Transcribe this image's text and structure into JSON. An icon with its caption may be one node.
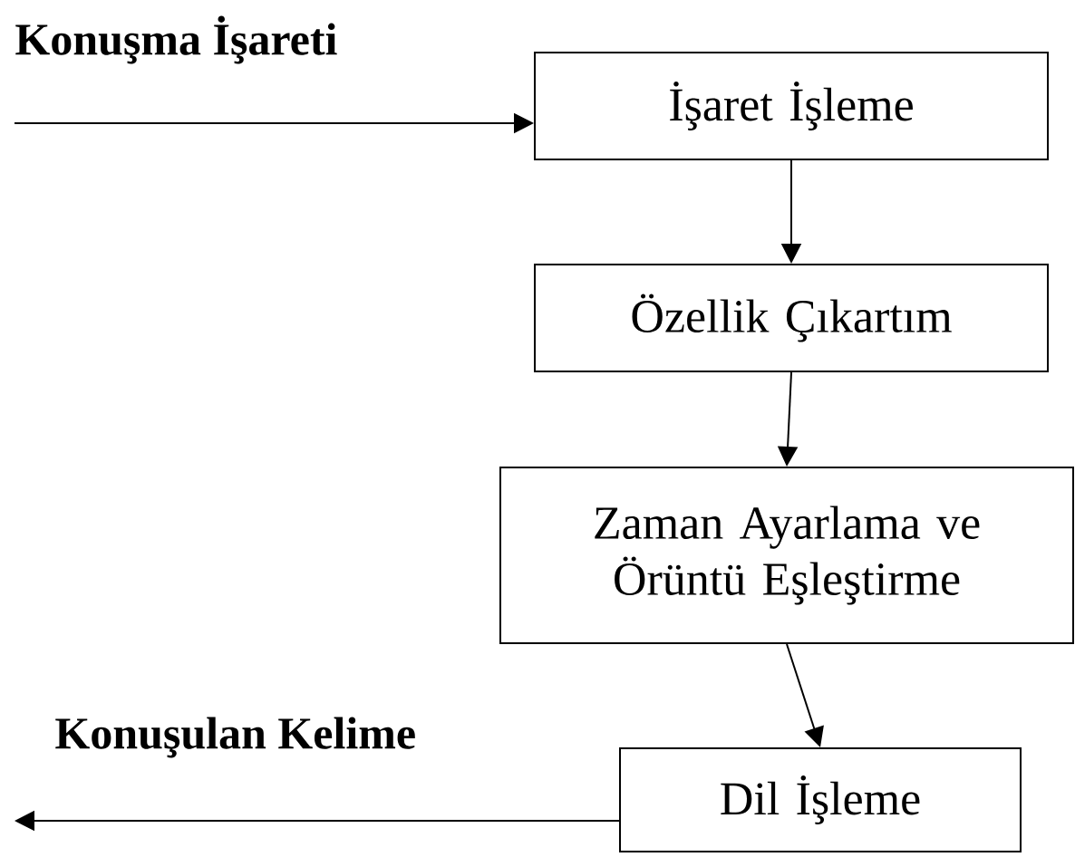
{
  "diagram": {
    "nodes": [
      {
        "text": [
          "İşaret İşleme"
        ]
      },
      {
        "text": [
          "Özellik Çıkartım"
        ]
      },
      {
        "text": [
          "Zaman Ayarlama ve Örüntü Eşleştirme"
        ]
      },
      {
        "text": [
          "Dil İşleme"
        ]
      }
    ],
    "edges": [
      {
        "from": null,
        "to": 0,
        "arrow": "to",
        "label": "Konuşma İşareti"
      },
      {
        "from": 0,
        "to": 1,
        "arrow": "to"
      },
      {
        "from": 1,
        "to": 2,
        "arrow": "to"
      },
      {
        "from": 2,
        "to": 3,
        "arrow": "to"
      },
      {
        "from": 3,
        "to": null,
        "arrow": "to",
        "label": "Konuşulan Kelime"
      }
    ]
  }
}
